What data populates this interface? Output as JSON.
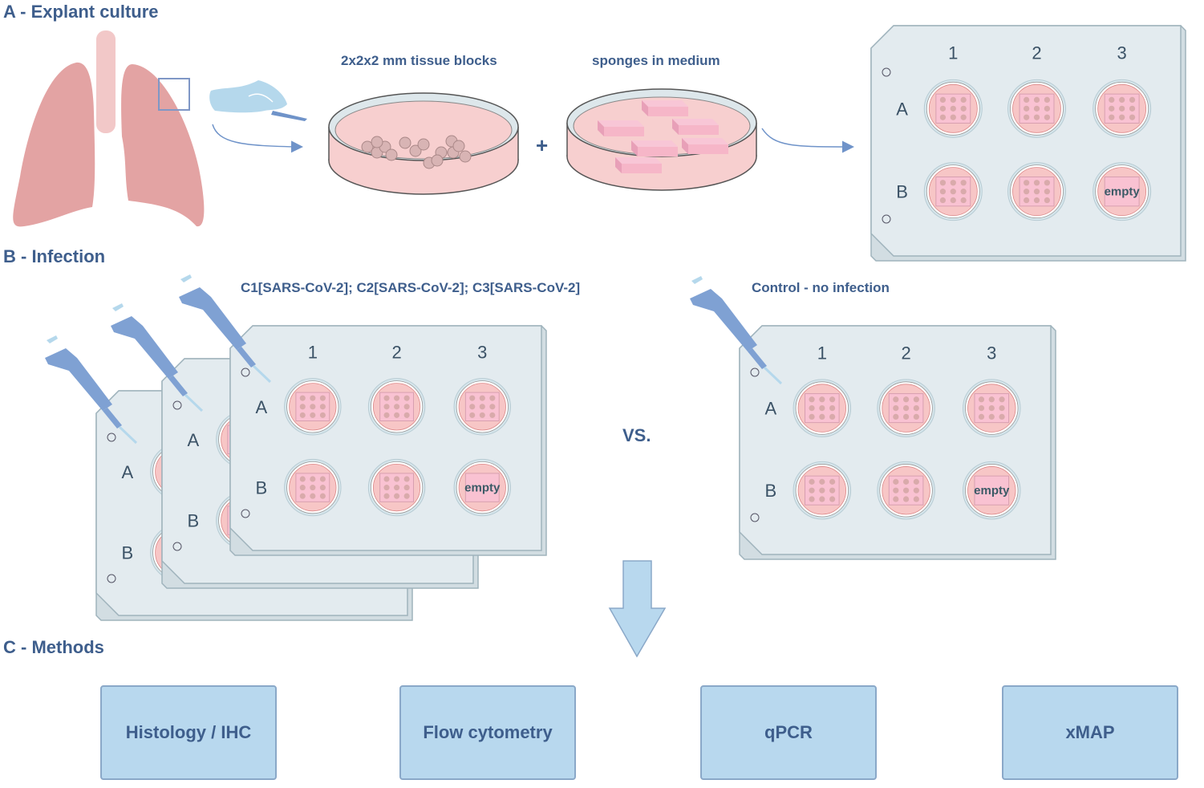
{
  "sections": {
    "a": "A - Explant culture",
    "b": "B - Infection",
    "c": "C - Methods"
  },
  "explant": {
    "tissue_label": "2x2x2 mm tissue blocks",
    "sponge_label": "sponges in medium",
    "plus": "+"
  },
  "plate": {
    "columns": [
      "1",
      "2",
      "3"
    ],
    "rows": [
      "A",
      "B"
    ],
    "empty_well": "empty"
  },
  "infection": {
    "infected_label": "C1[SARS-CoV-2]; C2[SARS-CoV-2]; C3[SARS-CoV-2]",
    "control_label": "Control - no infection",
    "vs": "VS."
  },
  "methods": [
    {
      "label": "Histology / IHC"
    },
    {
      "label": "Flow cytometry"
    },
    {
      "label": "qPCR"
    },
    {
      "label": "xMAP"
    }
  ],
  "colors": {
    "title": "#3e5e8c",
    "lung": "#e3a3a3",
    "trachea": "#f2c8c8",
    "plate_bg": "#e3ebef",
    "plate_border": "#9fb3bc",
    "well_fill": "#f7c6c6",
    "sponge": "#f6b6c8",
    "tissue_dot": "#d9aaab",
    "pipette": "#7fa1d3",
    "pipette_tip": "#b5d8ec",
    "method_box": "#b8d8ee",
    "arrow": "#b8d8ee"
  }
}
